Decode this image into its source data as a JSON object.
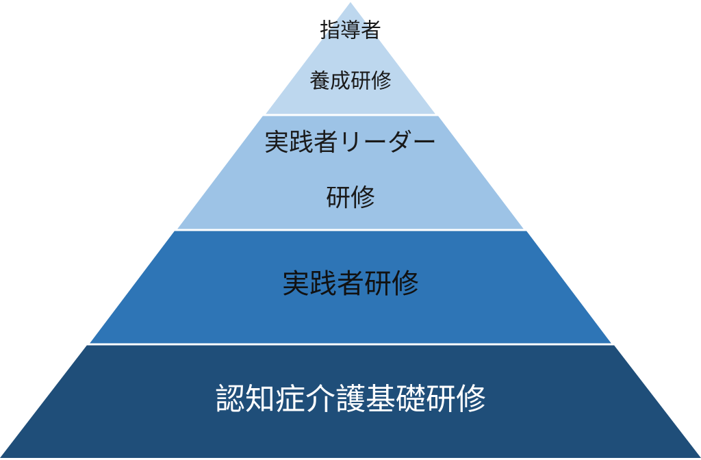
{
  "levels": [
    {
      "lines": [
        "指導者",
        "養成研修"
      ],
      "fill": "#bdd7ee",
      "text_color": "#1a1a1a"
    },
    {
      "lines": [
        "実践者リーダー",
        "研修"
      ],
      "fill": "#9dc3e6",
      "text_color": "#1a1a1a"
    },
    {
      "lines": [
        "実践者研修"
      ],
      "fill": "#2e75b6",
      "text_color": "#111111"
    },
    {
      "lines": [
        "認知症介護基礎研修"
      ],
      "fill": "#1f4e79",
      "text_color": "#ffffff"
    }
  ]
}
